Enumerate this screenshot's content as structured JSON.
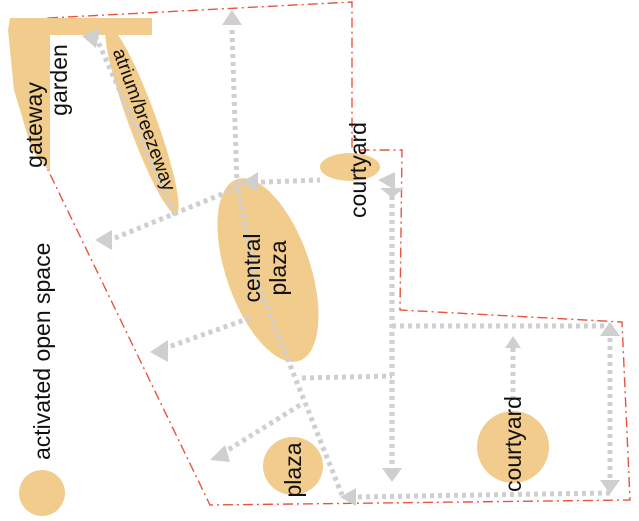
{
  "legend": {
    "label": "activated open space",
    "color": "#f2cc8c"
  },
  "spaces": {
    "gateway": "gateway",
    "garden": "garden",
    "atrium": "atrium/breezeway",
    "central": "central",
    "plaza_central": "plaza",
    "courtyard_top": "courtyard",
    "courtyard_right": "courtyard",
    "plaza_bottom": "plaza"
  },
  "colors": {
    "open_space": "#f2cc8c",
    "circulation": "#cfcfcf",
    "site_boundary": "#e8553f"
  }
}
